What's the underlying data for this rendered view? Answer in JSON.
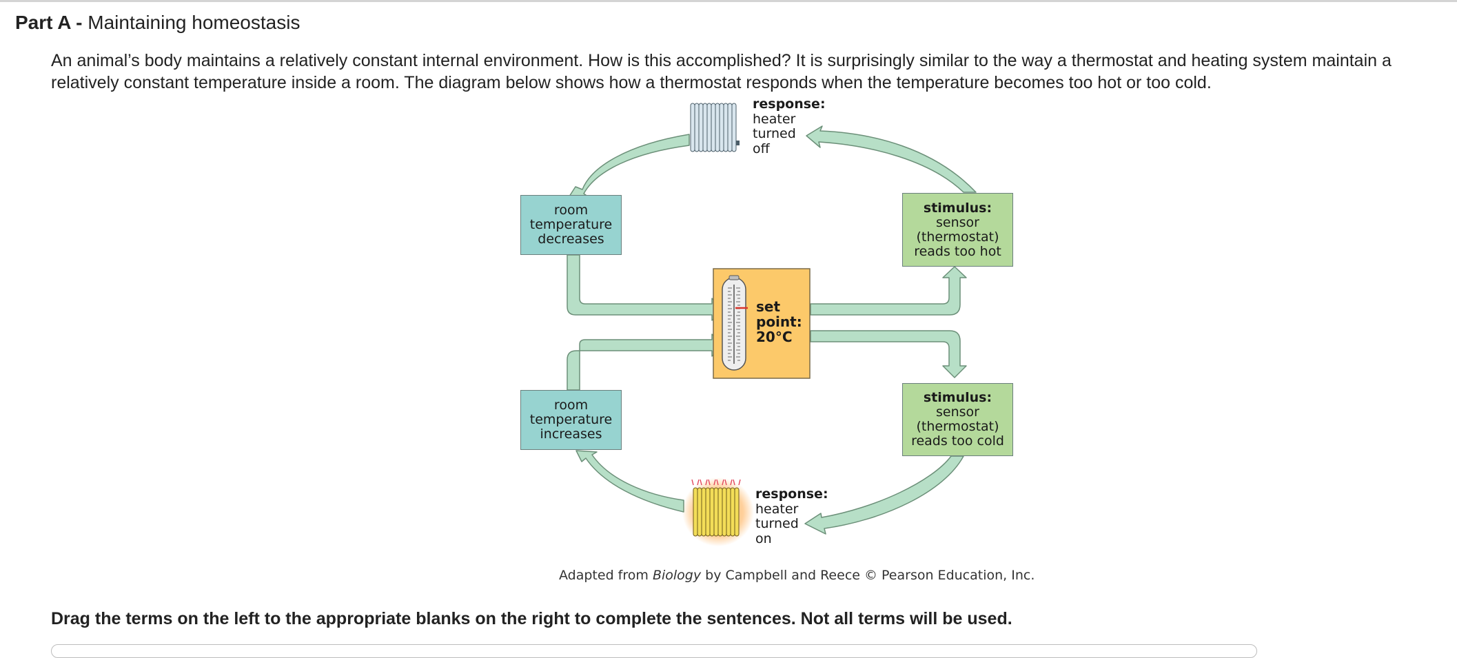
{
  "part": {
    "label": "Part A -",
    "title": "Maintaining homeostasis"
  },
  "intro": "An animal’s body maintains a relatively constant internal environment. How is this accomplished? It is surprisingly similar to the way a thermostat and heating system maintain a relatively constant temperature inside a room. The diagram below shows how a thermostat responds when the temperature becomes too hot or too cold.",
  "diagram": {
    "response_top": {
      "heading": "response:",
      "lines": [
        "heater",
        "turned",
        "off"
      ]
    },
    "response_bottom": {
      "heading": "response:",
      "lines": [
        "heater",
        "turned",
        "on"
      ]
    },
    "room_decreases": [
      "room",
      "temperature",
      "decreases"
    ],
    "room_increases": [
      "room",
      "temperature",
      "increases"
    ],
    "stimulus_hot": {
      "heading": "stimulus:",
      "lines": [
        "sensor",
        "(thermostat)",
        "reads too hot"
      ]
    },
    "stimulus_cold": {
      "heading": "stimulus:",
      "lines": [
        "sensor",
        "(thermostat)",
        "reads too cold"
      ]
    },
    "set_point": [
      "set",
      "point:",
      "20°C"
    ]
  },
  "credit": {
    "pre": "Adapted from ",
    "book": "Biology",
    "post": " by Campbell and Reece © Pearson Education, Inc."
  },
  "instruction": "Drag the terms on the left to the appropriate blanks on the right to complete the sentences. Not all terms will be used.",
  "colors": {
    "teal_box": "#97d3d0",
    "green_box": "#b4d99b",
    "set_point_box": "#fcc96a",
    "arrow_fill": "#b7dfc7",
    "arrow_stroke": "#6b8f78"
  }
}
